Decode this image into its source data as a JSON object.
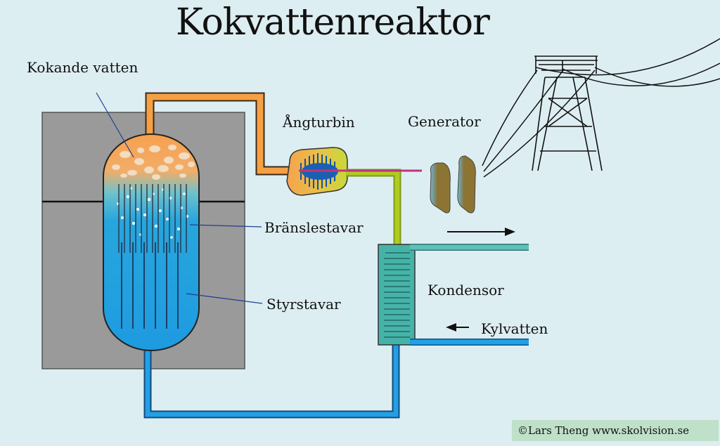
{
  "title": "Kokvattenreaktor",
  "labels": {
    "boiling_water": "Kokande vatten",
    "steam_turbine": "Ångturbin",
    "generator": "Generator",
    "fuel_rods": "Bränslestavar",
    "control_rods": "Styrstavar",
    "condenser": "Kondensor",
    "cooling_water": "Kylvatten"
  },
  "credit": "©Lars Theng www.skolvision.se",
  "colors": {
    "background": "#ddeef2",
    "steam_orange": "#f2a65a",
    "water_blue": "#1e9be0",
    "containment_gray": "#9a9a9a",
    "turbine_yellow": "#cddc39",
    "shaft_magenta": "#c0357a",
    "condensate_green": "#a3c41f",
    "outlet_teal": "#5cbcb0",
    "condenser_teal": "#4db6b0"
  },
  "icons": [
    "arrow-right-icon",
    "arrow-left-icon",
    "power-pylon-icon"
  ]
}
